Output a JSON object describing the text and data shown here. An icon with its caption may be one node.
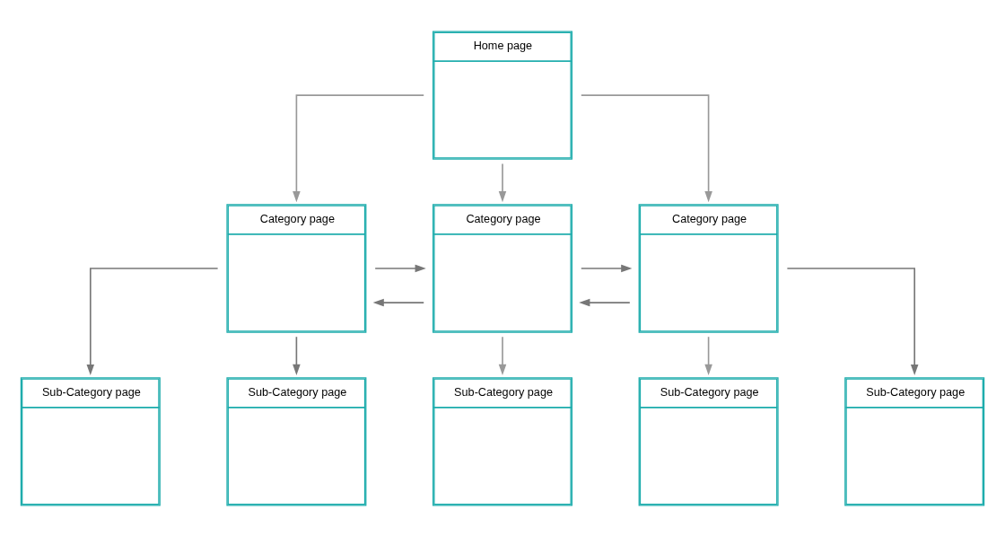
{
  "diagram": {
    "nodes": [
      {
        "text": [
          "Home page"
        ]
      },
      {
        "text": [
          "Category page"
        ]
      },
      {
        "text": [
          "Category page"
        ]
      },
      {
        "text": [
          "Category page"
        ]
      },
      {
        "text": [
          "Sub-Category page"
        ]
      },
      {
        "text": [
          "Sub-Category page"
        ]
      },
      {
        "text": [
          "Sub-Category page"
        ]
      },
      {
        "text": [
          "Sub-Category page"
        ]
      },
      {
        "text": [
          "Sub-Category page"
        ]
      }
    ],
    "edges": [
      {
        "from": 0,
        "to": 1,
        "arrow": "to",
        "color": "#999999"
      },
      {
        "from": 0,
        "to": 2,
        "arrow": "to",
        "color": "#999999"
      },
      {
        "from": 0,
        "to": 3,
        "arrow": "to",
        "color": "#999999"
      },
      {
        "from": 2,
        "to": 1,
        "arrow": "to"
      },
      {
        "from": 1,
        "to": 2,
        "arrow": "to"
      },
      {
        "from": 3,
        "to": 2,
        "arrow": "to"
      },
      {
        "from": 2,
        "to": 3,
        "arrow": "to"
      },
      {
        "from": 1,
        "to": 4,
        "arrow": "to"
      },
      {
        "from": 1,
        "to": 5,
        "arrow": "to"
      },
      {
        "from": 2,
        "to": 6,
        "arrow": "to",
        "color": "#999999"
      },
      {
        "from": 3,
        "to": 7,
        "arrow": "to",
        "color": "#999999"
      },
      {
        "from": 3,
        "to": 8,
        "arrow": "to"
      }
    ]
  }
}
